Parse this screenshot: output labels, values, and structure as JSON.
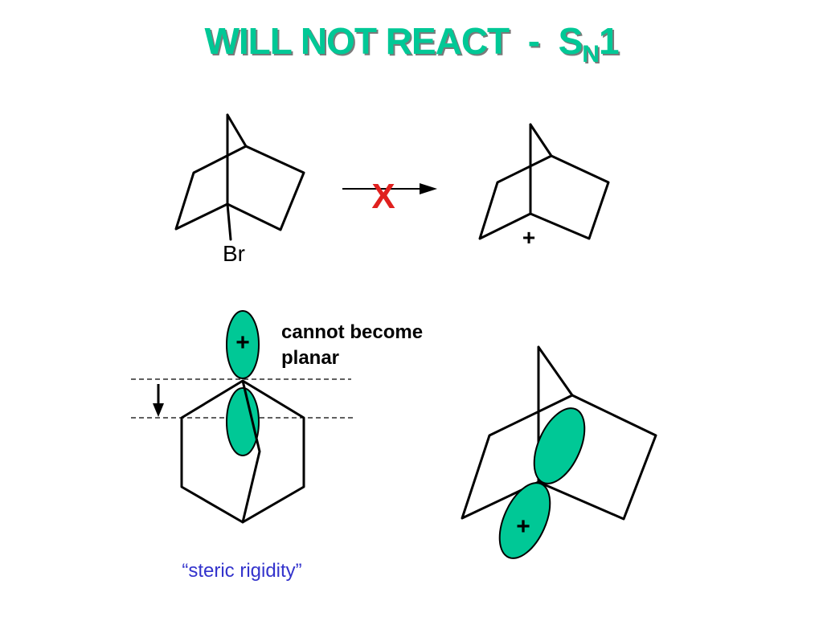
{
  "title": {
    "main": "WILL NOT REACT  -  S",
    "subscript": "N",
    "suffix": "1"
  },
  "reactant": {
    "leaving_group": "Br"
  },
  "product": {
    "charge": "+"
  },
  "reaction": {
    "blocked_mark": "X",
    "blocked_mark_color": "#e0201e"
  },
  "orbital_view": {
    "charge": "+",
    "annotation_line1": "cannot become",
    "annotation_line2": "planar"
  },
  "bicyclic_orbital": {
    "charge": "+"
  },
  "caption": {
    "text": "“steric rigidity”",
    "color": "#3333cc"
  },
  "colors": {
    "title": "#00c896",
    "orbital_lobe": "#00c896",
    "title_shadow": "#7a7a7a"
  }
}
